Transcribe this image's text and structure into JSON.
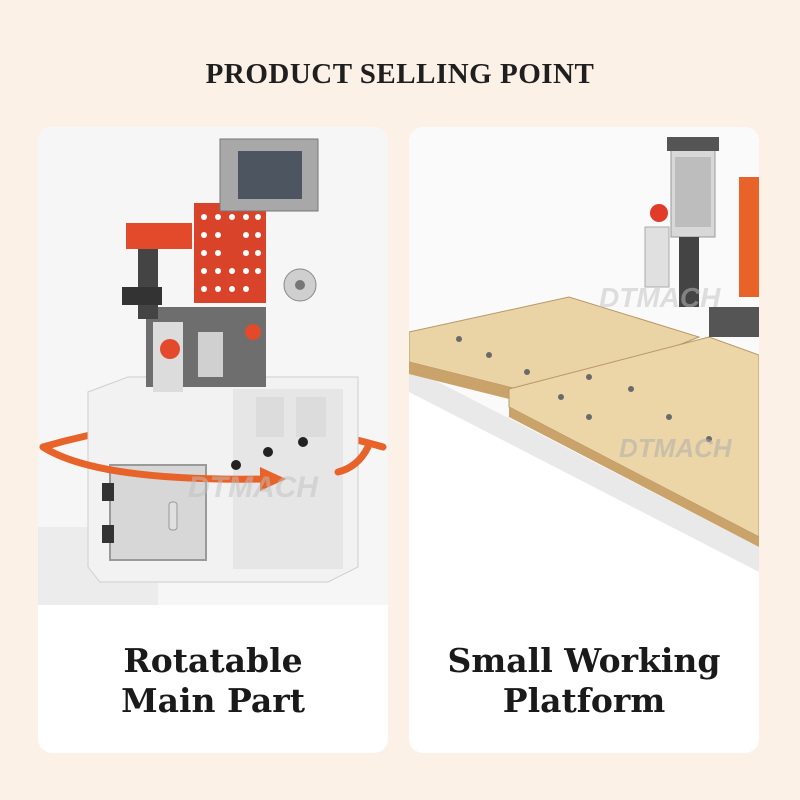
{
  "header": {
    "title": "PRODUCT SELLING POINT"
  },
  "cards": [
    {
      "caption_line1": "Rotatable",
      "caption_line2": "Main Part",
      "image": "edge-banding-machine-rotatable-head",
      "watermark": "DTMACH"
    },
    {
      "caption_line1": "Small Working",
      "caption_line2": "Platform",
      "image": "edge-banding-machine-working-platform",
      "watermark": "DTMACH"
    }
  ],
  "colors": {
    "background": "#fbf1e6",
    "card": "#ffffff",
    "accent_orange": "#e8632a",
    "machine_red": "#d9432a",
    "wood": "#e9cf9e"
  }
}
